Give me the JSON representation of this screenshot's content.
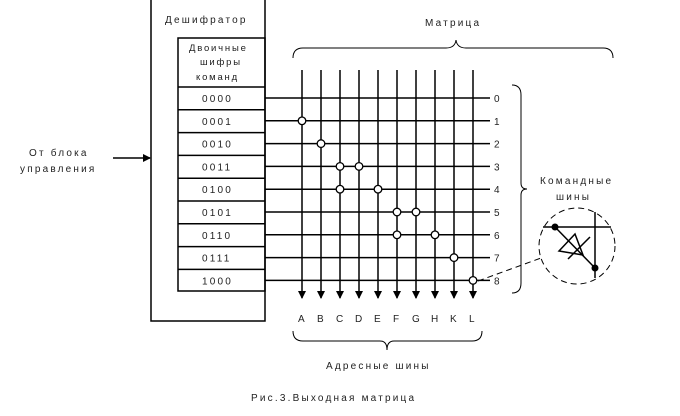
{
  "decoder": {
    "title": "Дешифратор",
    "header_lines": [
      "Двоичные",
      "шифры",
      "команд"
    ],
    "codes": [
      "0000",
      "0001",
      "0010",
      "0011",
      "0100",
      "0101",
      "0110",
      "0111",
      "1000"
    ]
  },
  "input_label": [
    "От блока",
    "управления"
  ],
  "matrix": {
    "title": "Матрица",
    "row_numbers": [
      "0",
      "1",
      "2",
      "3",
      "4",
      "5",
      "6",
      "7",
      "8"
    ],
    "columns": [
      "A",
      "B",
      "C",
      "D",
      "E",
      "F",
      "G",
      "H",
      "K",
      "L"
    ],
    "connections": [
      [
        1,
        0
      ],
      [
        2,
        1
      ],
      [
        3,
        2
      ],
      [
        3,
        3
      ],
      [
        4,
        2
      ],
      [
        4,
        4
      ],
      [
        5,
        5
      ],
      [
        5,
        6
      ],
      [
        6,
        5
      ],
      [
        6,
        7
      ],
      [
        7,
        8
      ],
      [
        8,
        9
      ]
    ]
  },
  "command_buses_label": [
    "Командные",
    "шины"
  ],
  "address_buses_label": "Адресные шины",
  "caption": "Рис.3.Выходная матрица"
}
